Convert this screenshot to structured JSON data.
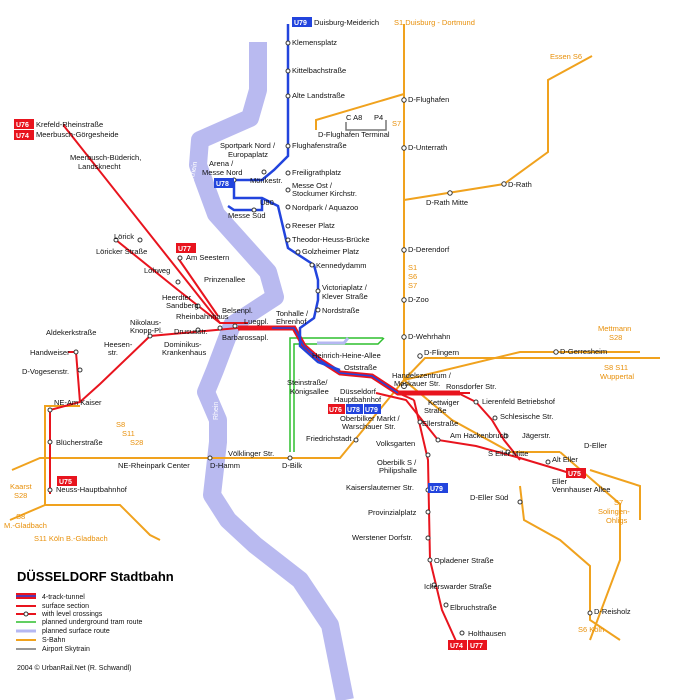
{
  "map": {
    "title": "DÜSSELDORF Stadtbahn",
    "credit": "2004 © UrbanRail.Net (R. Schwandl)",
    "rivers": [
      "Rhein",
      "Rhein"
    ],
    "colors": {
      "stadtbahn": "#e8141e",
      "u79": "#2244dd",
      "sbahn": "#f0a21e",
      "river": "#b9baf0",
      "planned_underground": "#2fbf2f",
      "planned_surface": "#b5b8f2",
      "skytrain": "#777777",
      "badge_red": "#e8141e",
      "badge_blue": "#2244dd"
    },
    "legend": [
      "4-track-tunnel",
      "surface section",
      "with level crossings",
      "planned underground tram route",
      "planned surface route",
      "S-Bahn",
      "Airport Skytrain"
    ],
    "badges": {
      "u79_top": "U79",
      "u76_a": "U76",
      "u74_a": "U74",
      "u77_a": "U77",
      "u78_a": "U78",
      "u76_b": "U76",
      "u78_b": "U78",
      "u79_b": "U79",
      "u75_a": "U75",
      "u75_b": "U75",
      "u79_c": "U79",
      "u74_b": "U74",
      "u77_b": "U77"
    },
    "sbahn_labels": {
      "duisburg": "S1  Duisburg - Dortmund",
      "essen": "Essen  S6",
      "s7_airport": "S7",
      "s1_s6_s7_a": "S1",
      "s1_s6_s7_b": "S6",
      "s1_s6_s7_c": "S7",
      "mettmann": "Mettmann",
      "s28_a": "S28",
      "s8_s11": "S8  S11",
      "wuppertal": "Wuppertal",
      "s8_a": "S8",
      "s11_a": "S11",
      "s28_b": "S28",
      "kaarst": "Kaarst",
      "s28_c": "S28",
      "s8_b": "S8",
      "mgladbach": "M.-Gladbach",
      "koeln_bgladbach": "S11  Köln  B.-Gladbach",
      "s7_solingen": "S7",
      "solingen": "Solingen-",
      "ohligs": "Ohligs",
      "s6_koeln": "S6  Köln",
      "c_a8": "C  A8",
      "p4": "P4"
    },
    "stations": {
      "duisburg_meiderich": "Duisburg-Meiderich",
      "klemensplatz": "Klemensplatz",
      "kittelbachstrasse": "Kittelbachstraße",
      "alte_landstrasse": "Alte Landstraße",
      "flughafenstrasse": "Flughafenstraße",
      "sportpark_nord_1": "Sportpark Nord /",
      "sportpark_nord_2": "Europaplatz",
      "arena_1": "Arena /",
      "arena_2": "Messe Nord",
      "moerikestr": "Mörikestr.",
      "freiligrathplatz": "Freiligrathplatz",
      "messe_ost_1": "Messe Ost /",
      "messe_ost_2": "Stockumer Kirchstr.",
      "u80": "U80",
      "messe_sued": "Messe Süd",
      "nordpark": "Nordpark / Aquazoo",
      "reeser_platz": "Reeser Platz",
      "theodor_heuss": "Theodor-Heuss-Brücke",
      "golzheimer_platz": "Golzheimer Platz",
      "kennedydamm": "Kennedydamm",
      "victoriaplatz_1": "Victoriaplatz /",
      "victoriaplatz_2": "Klever Straße",
      "nordstrasse": "Nordstraße",
      "heinrich_heine": "Heinrich-Heine-Allee",
      "oststrasse": "Oststraße",
      "steinstrasse_1": "Steinstraße/",
      "steinstrasse_2": "Königsallee",
      "hbf_1": "Düsseldorf",
      "hbf_2": "Hauptbahnhof",
      "oberbilker_markt_1": "Oberbilker Markt /",
      "oberbilker_markt_2": "Warschauer Str.",
      "ellerstrasse": "Ellerstraße",
      "friedrichstadt": "Friedrichstadt",
      "volksgarten": "Volksgarten",
      "oberbilk_1": "Oberbilk S /",
      "oberbilk_2": "Philipshalle",
      "kaiserslauterner": "Kaiserslauterner Str.",
      "provinzialplatz": "Provinzialplatz",
      "werstener_dorfstr": "Werstener Dorfstr.",
      "opladener": "Opladener Straße",
      "ickerswarder": "Ickerswarder Straße",
      "ebruchstrasse": "Elbruchstraße",
      "holthausen": "Holthausen",
      "krefeld": "Krefeld-Rheinstraße",
      "meerbusch_goerg": "Meerbusch-Görgesheide",
      "meerbusch_bued_1": "Meerbusch-Büderich,",
      "meerbusch_bued_2": "Landsknecht",
      "loerick": "Lörick",
      "loericker_strasse": "Löricker Straße",
      "am_seestern": "Am Seestern",
      "lohweg": "Lohweg",
      "prinzenallee": "Prinzenallee",
      "heerdter_1": "Heerdter",
      "heerdter_2": "Sandberg",
      "rheinbahnhaus": "Rheinbahnhaus",
      "belsenpl": "Belsenpl.",
      "luegpl": "Luegpl.",
      "tonhalle_1": "Tonhalle /",
      "tonhalle_2": "Ehrenhof",
      "aldekerkstrasse": "Aldekerkstraße",
      "nikolaus_1": "Nikolaus-",
      "nikolaus_2": "Knopp-Pl.",
      "drususstr": "Drususstr.",
      "heesen_1": "Heesen-",
      "heesen_2": "str.",
      "dominikus_1": "Dominikus-",
      "dominikus_2": "Krankenhaus",
      "barbarossapl": "Barbarossapl.",
      "handweiser": "Handweiser",
      "vogesenstr": "D-Vogesenstr.",
      "ne_am_kaiser": "NE-Am Kaiser",
      "bluecherstrasse": "Blücherstraße",
      "ne_rheinpark": "NE-Rheinpark Center",
      "neuss_hbf": "Neuss-Hauptbahnhof",
      "d_hamm": "D-Hamm",
      "voelklinger": "Völklinger Str.",
      "d_bilk": "D-Bilk",
      "d_flughafen": "D-Flughafen",
      "d_flughafen_terminal": "D-Flughafen Terminal",
      "d_unterrath": "D-Unterrath",
      "d_rath": "D-Rath",
      "d_rath_mitte": "D-Rath Mitte",
      "d_derendorf": "D-Derendorf",
      "d_zoo": "D-Zoo",
      "d_wehrhahn": "D-Wehrhahn",
      "d_flingern": "D-Flingern",
      "d_gerresheim": "D-Gerresheim",
      "handelszentrum_1": "Handelszentrum /",
      "handelszentrum_2": "Moskauer Str.",
      "ronsdorfer": "Ronsdorfer Str.",
      "kettwiger_1": "Kettwiger",
      "kettwiger_2": "Straße",
      "lierenfeld": "Lierenfeld Betriebshof",
      "schlesische": "Schlesische Str.",
      "am_hackenbruch": "Am Hackenbruch",
      "jaegerstr": "Jägerstr.",
      "s_eller_mitte": "S Eller Mitte",
      "d_eller": "D-Eller",
      "alt_eller": "Alt Eller",
      "eller_vennh_1": "Eller",
      "eller_vennh_2": "Vennhauser Allee",
      "d_eller_sued": "D-Eller Süd",
      "d_reisholz": "D-Reisholz"
    }
  }
}
